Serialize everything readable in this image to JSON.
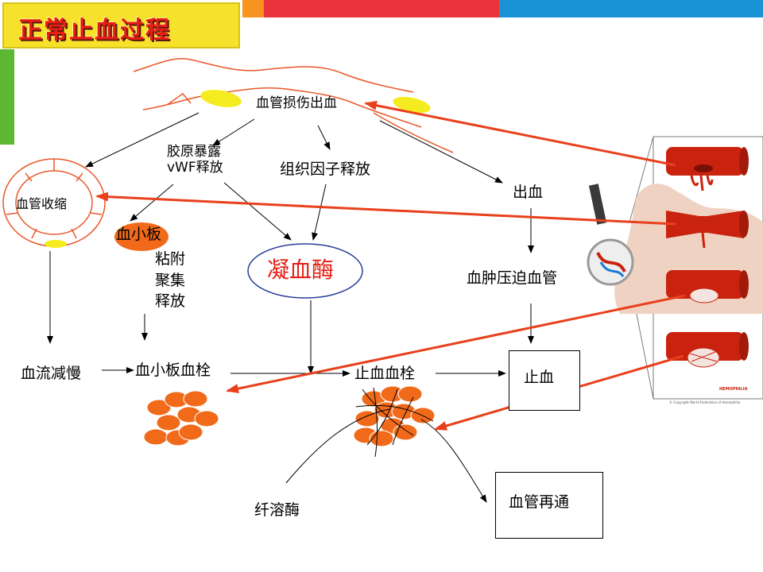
{
  "title": "正常止血过程",
  "colors": {
    "title_bg": "#f6e22a",
    "title_text": "#e61e14",
    "band_orange": "#f7931e",
    "band_red": "#e8343a",
    "band_blue": "#1a93d6",
    "side_green": "#5bb830",
    "vessel_red": "#c9220e",
    "platelet_orange": "#f06a1a",
    "arrow_red": "#e8401c",
    "enzyme_border": "#2a3f9a",
    "enzyme_text": "#e61e14"
  },
  "labels": {
    "injury": "血管损伤出血",
    "collagen": "胶原暴露",
    "vwf": "vWF释放",
    "tissue_factor": "组织因子释放",
    "bleeding": "出血",
    "vasoconstriction": "血管收缩",
    "platelet": "血小板",
    "adhesion": "粘附",
    "aggregation": "聚集",
    "release": "释放",
    "coagulase": "凝血酶",
    "hematoma": "血肿压迫血管",
    "slow_flow": "血流减慢",
    "platelet_plug": "血小板血栓",
    "hemostatic_plug": "止血血栓",
    "hemostasis": "止血",
    "fibrinolysin": "纤溶酶",
    "recanalization": "血管再通"
  },
  "logo": {
    "org": "HEMOPHILIA",
    "copyright": "© Copyright World Federation of Hemophilia"
  }
}
